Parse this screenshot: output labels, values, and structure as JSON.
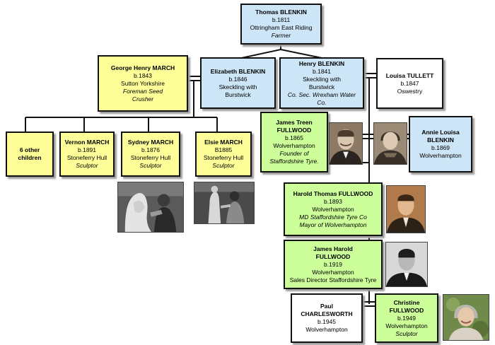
{
  "people": {
    "thomas": {
      "name": "Thomas BLENKIN",
      "lines": [
        "b.1811",
        "Ottringham East Riding"
      ],
      "role": "Farmer"
    },
    "george": {
      "name": "George Henry MARCH",
      "lines": [
        "b.1843",
        "Sutton Yorkshire"
      ],
      "role": "Foreman Seed Crusher"
    },
    "elizabeth": {
      "name": "Elizabeth BLENKIN",
      "lines": [
        "b.1846",
        "Skeckling with Burstwick"
      ],
      "role": ""
    },
    "henry": {
      "name": "Henry BLENKIN",
      "lines": [
        "b.1841",
        "Skeckling with Burstwick"
      ],
      "role": "Co. Sec. Wrexham Water Co."
    },
    "louisa": {
      "name": "Louisa TULLETT",
      "lines": [
        "b.1847",
        "Oswestry"
      ],
      "role": ""
    },
    "other": {
      "name": "6 other children",
      "lines": [],
      "role": ""
    },
    "vernon": {
      "name": "Vernon MARCH",
      "lines": [
        "b.1891",
        "Stoneferry Hull"
      ],
      "role": "Sculptor"
    },
    "sydney": {
      "name": "Sydney MARCH",
      "lines": [
        "b.1876",
        "Stoneferry Hull"
      ],
      "role": "Sculptor"
    },
    "elsie": {
      "name": "Elsie MARCH",
      "lines": [
        "B1885",
        "Stoneferry Hull"
      ],
      "role": "Sculptor"
    },
    "james_t": {
      "name": "James Treen FULLWOOD",
      "lines": [
        "b.1865",
        "Wolverhampton"
      ],
      "role": "Founder of Staffordshire Tyre."
    },
    "annie": {
      "name": "Annie Louisa BLENKIN",
      "lines": [
        "b.1869",
        "Wolverhampton"
      ],
      "role": ""
    },
    "harold": {
      "name": "Harold Thomas FULLWOOD",
      "lines": [
        "b.1893",
        "Wolverhampton"
      ],
      "role": "MD Staffordshire Tyre Co Mayor of Wolverhampton"
    },
    "james_h": {
      "name": "James Harold FULLWOOD",
      "lines": [
        "b.1919",
        "Wolverhampton",
        "Sales Director Staffordshire Tyre"
      ],
      "role": ""
    },
    "paul": {
      "name": "Paul CHARLESWORTH",
      "lines": [
        "b.1945",
        "Wolverhampton"
      ],
      "role": ""
    },
    "christine": {
      "name": "Christine FULLWOOD",
      "lines": [
        "b.1949",
        "Wolverhampton"
      ],
      "role": "Sculptor"
    }
  },
  "colors": {
    "blue_box": "#cde6f7",
    "yellow_box": "#ffff99",
    "green_box": "#ccff99",
    "white_box": "#ffffff",
    "lines": "#111111"
  },
  "photos": [
    {
      "id": "photo-sculptor-1",
      "subject": "sculptor at work photograph"
    },
    {
      "id": "photo-sculptor-2",
      "subject": "sculptor with statue photograph"
    },
    {
      "id": "photo-james-treen",
      "subject": "portrait of a man"
    },
    {
      "id": "photo-annie",
      "subject": "portrait of a woman"
    },
    {
      "id": "photo-harold",
      "subject": "portrait of a man"
    },
    {
      "id": "photo-james-harold",
      "subject": "portrait of a man"
    },
    {
      "id": "photo-christine",
      "subject": "portrait of a woman"
    }
  ]
}
